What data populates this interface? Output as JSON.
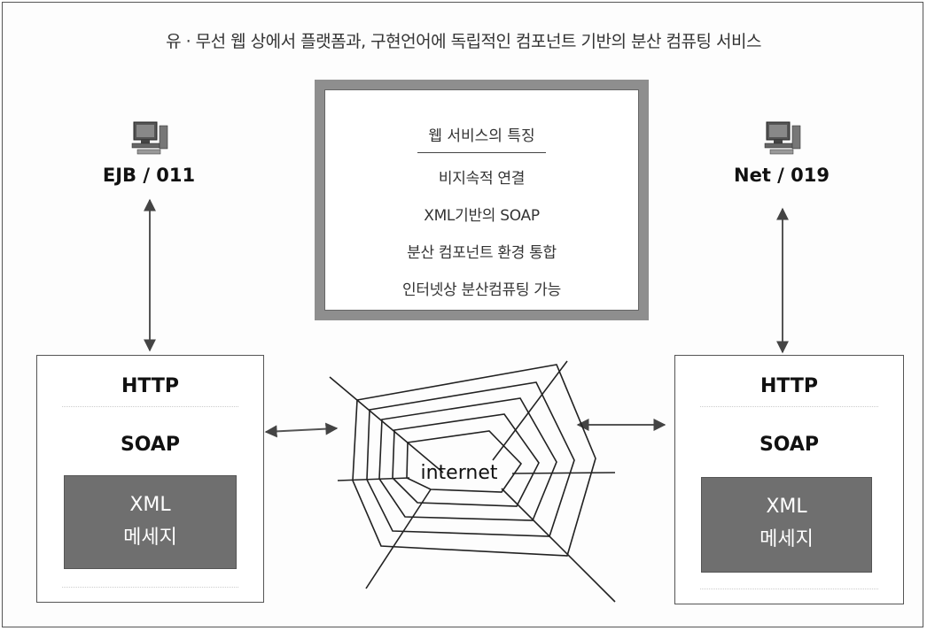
{
  "title": "유 · 무선 웹 상에서 플랫폼과, 구현언어에 독립적인 컴포넌트 기반의 분산 컴퓨팅 서비스",
  "features": {
    "heading": "웹 서비스의 특징",
    "items": [
      "비지속적 연결",
      "XML기반의 SOAP",
      "분산 컴포넌트 환경 통합",
      "인터넷상 분산컴퓨팅 가능"
    ]
  },
  "left_node": {
    "label": "EJB / 011",
    "icon": "computer-icon"
  },
  "right_node": {
    "label": "Net / 019",
    "icon": "computer-icon"
  },
  "left_stack": {
    "http": "HTTP",
    "soap": "SOAP",
    "message_line1": "XML",
    "message_line2": "메세지"
  },
  "right_stack": {
    "http": "HTTP",
    "soap": "SOAP",
    "message_line1": "XML",
    "message_line2": "메세지"
  },
  "internet": {
    "label": "internet"
  },
  "colors": {
    "message_box": "#6f6f6f",
    "features_border": "#8e8e8e",
    "line": "#222222"
  }
}
